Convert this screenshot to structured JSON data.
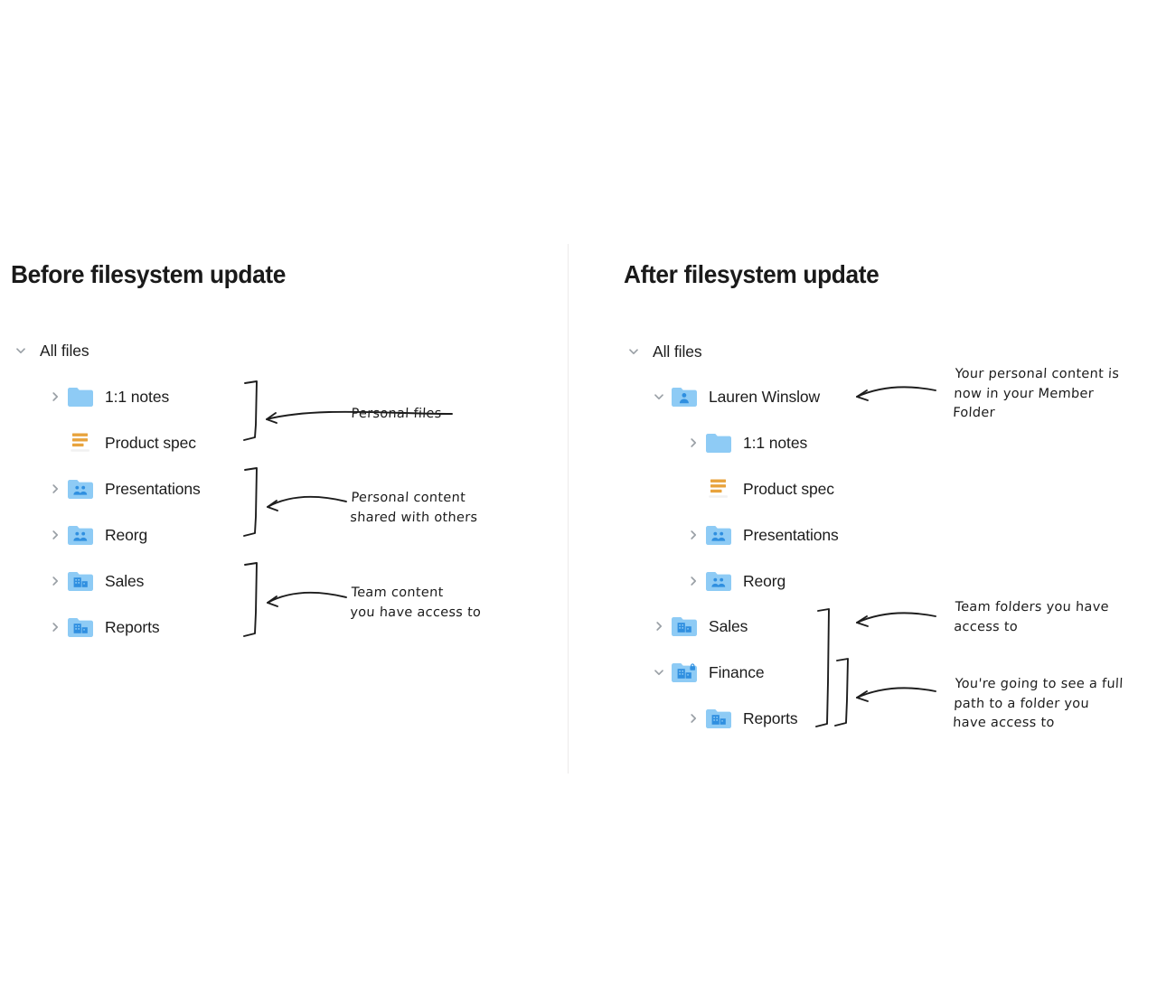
{
  "divider": {
    "color": "#eceaea"
  },
  "theme": {
    "folder_blue": "#8ECBF5",
    "folder_glyph_blue": "#2f8fe0",
    "doc_orange": "#E8A33D",
    "chevron_gray": "#9aa0a6",
    "text_dark": "#1c1c1c",
    "ink_black": "#1d1d1d"
  },
  "panels": [
    {
      "id": "before",
      "title": "Before filesystem update",
      "tree": {
        "root": {
          "label": "All files",
          "chevron": "chevron-down-icon"
        },
        "items": [
          {
            "label": "1:1 notes",
            "icon": "folder-plain-icon",
            "chevron": "chevron-right-icon",
            "depth": 1
          },
          {
            "label": "Product spec",
            "icon": "document-paper-icon",
            "chevron": "none",
            "depth": 1
          },
          {
            "label": "Presentations",
            "icon": "folder-shared-icon",
            "chevron": "chevron-right-icon",
            "depth": 1
          },
          {
            "label": "Reorg",
            "icon": "folder-shared-icon",
            "chevron": "chevron-right-icon",
            "depth": 1
          },
          {
            "label": "Sales",
            "icon": "folder-team-icon",
            "chevron": "chevron-right-icon",
            "depth": 1
          },
          {
            "label": "Reports",
            "icon": "folder-team-icon",
            "chevron": "chevron-right-icon",
            "depth": 1
          }
        ]
      },
      "annotations": [
        {
          "text": "Personal files"
        },
        {
          "text": "Personal content\nshared with others"
        },
        {
          "text": "Team content\nyou have access to"
        }
      ]
    },
    {
      "id": "after",
      "title": "After filesystem update",
      "tree": {
        "root": {
          "label": "All files",
          "chevron": "chevron-down-icon"
        },
        "items": [
          {
            "label": "Lauren Winslow",
            "icon": "folder-member-icon",
            "chevron": "chevron-down-icon",
            "depth": 1
          },
          {
            "label": "1:1 notes",
            "icon": "folder-plain-icon",
            "chevron": "chevron-right-icon",
            "depth": 2
          },
          {
            "label": "Product spec",
            "icon": "document-paper-icon",
            "chevron": "none",
            "depth": 2
          },
          {
            "label": "Presentations",
            "icon": "folder-shared-icon",
            "chevron": "chevron-right-icon",
            "depth": 2
          },
          {
            "label": "Reorg",
            "icon": "folder-shared-icon",
            "chevron": "chevron-right-icon",
            "depth": 2
          },
          {
            "label": "Sales",
            "icon": "folder-team-icon",
            "chevron": "chevron-right-icon",
            "depth": 1
          },
          {
            "label": "Finance",
            "icon": "folder-team-locked-icon",
            "chevron": "chevron-down-icon",
            "depth": 1
          },
          {
            "label": "Reports",
            "icon": "folder-team-icon",
            "chevron": "chevron-right-icon",
            "depth": 2
          }
        ]
      },
      "annotations": [
        {
          "text": "Your personal content is\nnow in your Member\nFolder"
        },
        {
          "text": "Team folders you have\naccess to"
        },
        {
          "text": "You're going to see a full\npath to a folder you\nhave access to"
        }
      ]
    }
  ]
}
